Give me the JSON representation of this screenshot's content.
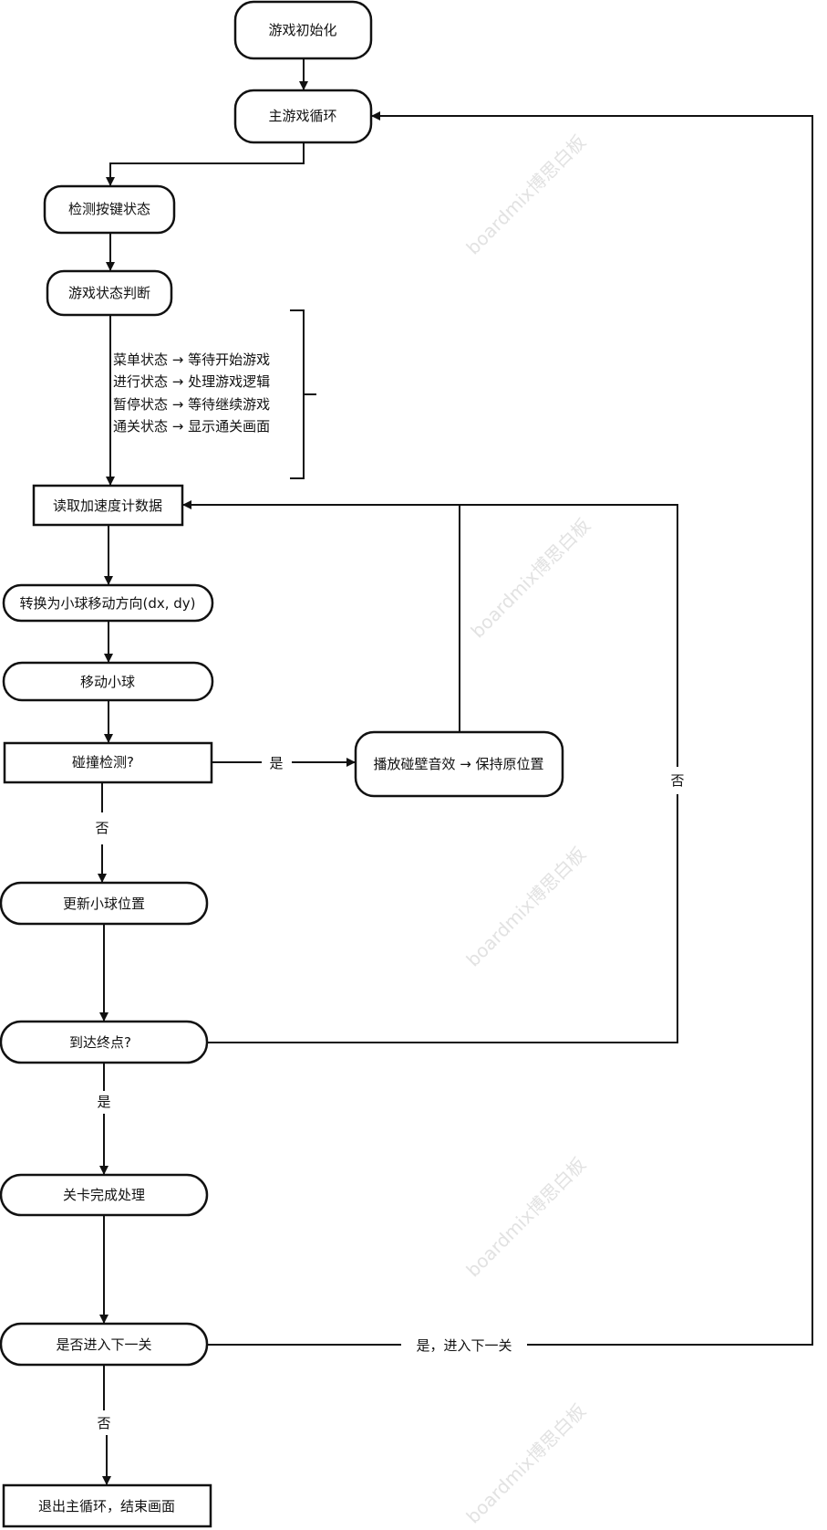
{
  "nodes": {
    "init": "游戏初始化",
    "main_loop": "主游戏循环",
    "detect_keys": "检测按键状态",
    "state_judge": "游戏状态判断",
    "read_accel": "读取加速度计数据",
    "convert_dir": "转换为小球移动方向(dx, dy)",
    "move_ball": "移动小球",
    "collision": "碰撞检测?",
    "play_sound": "播放碰壁音效 → 保持原位置",
    "update_pos": "更新小球位置",
    "reach_end": "到达终点?",
    "level_done": "关卡完成处理",
    "next_level_q": "是否进入下一关",
    "exit": "退出主循环，结束画面"
  },
  "state_notes": [
    "菜单状态 → 等待开始游戏",
    "进行状态 → 处理游戏逻辑",
    "暂停状态 → 等待继续游戏",
    "通关状态 → 显示通关画面"
  ],
  "edge_labels": {
    "collision_yes": "是",
    "collision_no": "否",
    "reach_end_no": "否",
    "reach_end_yes": "是",
    "next_yes": "是，进入下一关",
    "next_no": "否"
  },
  "watermark": "boardmix博思白板"
}
